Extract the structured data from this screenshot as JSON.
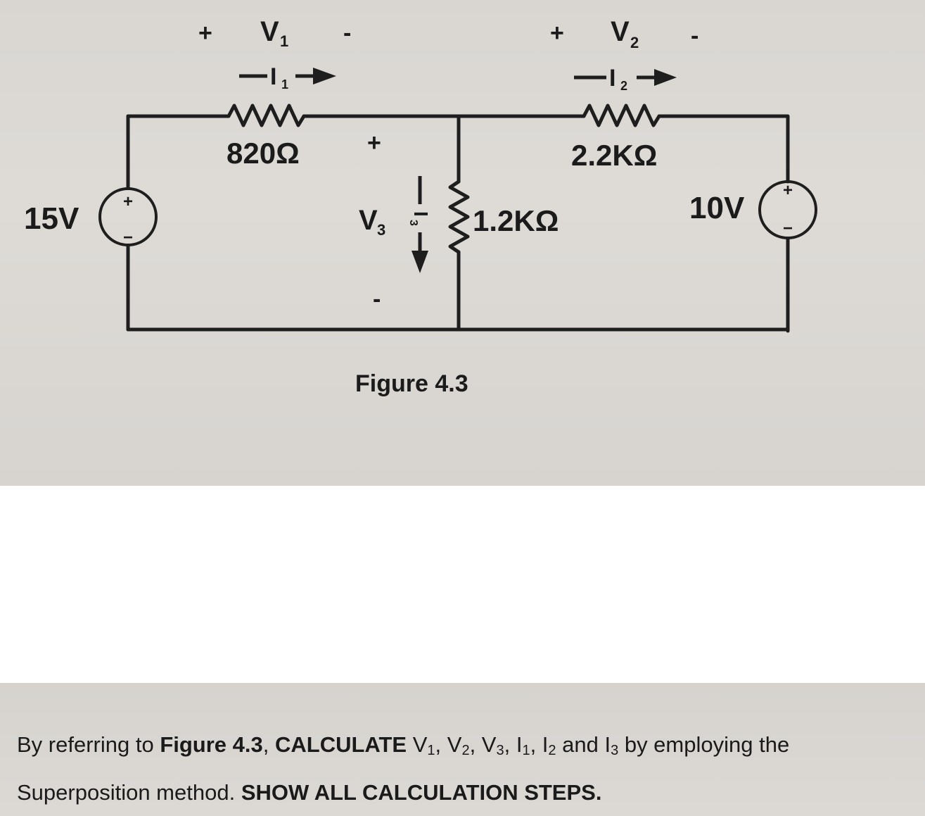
{
  "figure": {
    "caption": "Figure 4.3",
    "source_left": {
      "value": "15V",
      "plus": "+",
      "minus": "−"
    },
    "source_right": {
      "value": "10V",
      "plus": "+",
      "minus": "−"
    },
    "r1": {
      "value": "820Ω",
      "voltage_symbol": "V",
      "voltage_sub": "1",
      "current_symbol": "I",
      "current_sub": "1"
    },
    "r2": {
      "value": "2.2KΩ",
      "voltage_symbol": "V",
      "voltage_sub": "2",
      "current_symbol": "I",
      "current_sub": "2"
    },
    "r3": {
      "value": "1.2KΩ",
      "voltage_symbol": "V",
      "voltage_sub": "3",
      "current_symbol": "I",
      "current_sub": "3"
    },
    "polarity_plus": "+",
    "polarity_minus": "-"
  },
  "question": {
    "p1": "By referring to ",
    "p2": "Figure 4.3",
    "p3": ", ",
    "p4": "CALCULATE",
    "p5": " V",
    "s1": "1",
    "p6": ", V",
    "s2": "2",
    "p7": ", V",
    "s3": "3",
    "p8": ", I",
    "s4": "1",
    "p9": ", I",
    "s5": "2",
    "p10": " and I",
    "s6": "3",
    "p11": " by employing the Superposition method. ",
    "p12": "SHOW ALL CALCULATION STEPS."
  }
}
